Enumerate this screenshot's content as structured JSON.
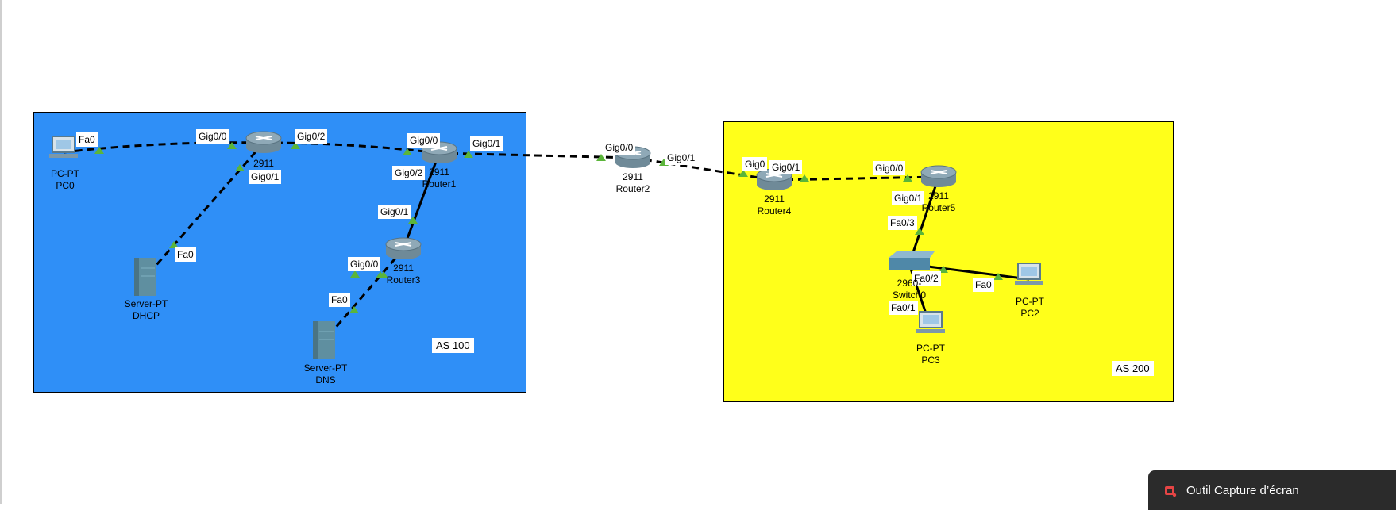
{
  "areas": [
    {
      "id": "as100",
      "label": "AS 100",
      "color": "#2f8ff7"
    },
    {
      "id": "as200",
      "label": "AS 200",
      "color": "#ffff1a"
    }
  ],
  "devices": [
    {
      "id": "pc0",
      "model": "PC-PT",
      "name": "PC0",
      "icon": "pc-icon"
    },
    {
      "id": "router0",
      "model": "2911",
      "name": "",
      "icon": "router-icon"
    },
    {
      "id": "router1",
      "model": "2911",
      "name": "Router1",
      "icon": "router-icon"
    },
    {
      "id": "router2",
      "model": "2911",
      "name": "Router2",
      "icon": "router-icon"
    },
    {
      "id": "router3",
      "model": "2911",
      "name": "Router3",
      "icon": "router-icon"
    },
    {
      "id": "router4",
      "model": "2911",
      "name": "Router4",
      "icon": "router-icon"
    },
    {
      "id": "router5",
      "model": "2911",
      "name": "Router5",
      "icon": "router-icon"
    },
    {
      "id": "dhcp",
      "model": "Server-PT",
      "name": "DHCP",
      "icon": "server-icon"
    },
    {
      "id": "dns",
      "model": "Server-PT",
      "name": "DNS",
      "icon": "server-icon"
    },
    {
      "id": "switch0",
      "model": "2960-",
      "name": "Switch0",
      "icon": "switch-icon"
    },
    {
      "id": "pc2",
      "model": "PC-PT",
      "name": "PC2",
      "icon": "pc-icon"
    },
    {
      "id": "pc3",
      "model": "PC-PT",
      "name": "PC3",
      "icon": "pc-icon"
    }
  ],
  "links": [
    {
      "a": "pc0",
      "b": "router0",
      "style": "dashed"
    },
    {
      "a": "router0",
      "b": "router1",
      "style": "dashed"
    },
    {
      "a": "router0",
      "b": "dhcp",
      "style": "dashed"
    },
    {
      "a": "router1",
      "b": "router2",
      "style": "dashed"
    },
    {
      "a": "router1",
      "b": "router3",
      "style": "solid"
    },
    {
      "a": "router3",
      "b": "dns",
      "style": "dashed"
    },
    {
      "a": "router2",
      "b": "router4",
      "style": "dashed"
    },
    {
      "a": "router4",
      "b": "router5",
      "style": "dashed"
    },
    {
      "a": "router5",
      "b": "switch0",
      "style": "solid"
    },
    {
      "a": "switch0",
      "b": "pc2",
      "style": "solid"
    },
    {
      "a": "switch0",
      "b": "pc3",
      "style": "solid"
    }
  ],
  "ports": [
    "Fa0",
    "Gig0/0",
    "Gig0/2",
    "Gig0/1",
    "Fa0",
    "Gig0/0",
    "Gig0/1",
    "Gig0/2",
    "Gig0/1",
    "Gig0/0",
    "Fa0",
    "Gig0/0",
    "Gig0/1",
    "Gig0",
    "Gig0/1",
    "Gig0/0",
    "Gig0/1",
    "Fa0/3",
    "Fa0/2",
    "Fa0",
    "Fa0/1"
  ],
  "taskbar": {
    "label": "Outil Capture d’écran",
    "icon": "snipping-tool-icon"
  },
  "colors": {
    "link": "#000000",
    "port_marker": "#5bb53a",
    "router": "#8fa9b7",
    "server": "#5f8fa0",
    "switch": "#4f88a8"
  }
}
